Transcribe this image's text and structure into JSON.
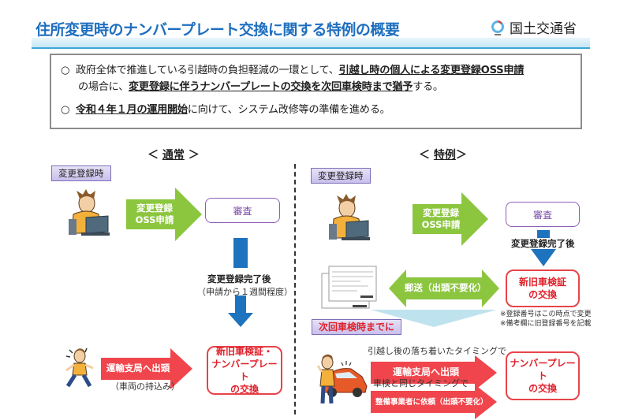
{
  "header": {
    "title": "住所変更時のナンバープレート交換に関する特例の概要",
    "org": "国土交通省"
  },
  "summary": {
    "bullet": "○",
    "line1_pre": "政府全体で推進している引越時の負担軽減の一環として、",
    "line1_bold": "引越し時の個人による変更登録OSS申請",
    "line2_pre": "の場合に、",
    "line2_bold": "変更登録に伴うナンバープレートの交換を次回車検時まで猶予",
    "line2_post": "する。",
    "line3_bold": "令和４年１月の運用開始",
    "line3_post": "に向けて、システム改修等の準備を進める。"
  },
  "normal": {
    "heading_left": "＜ ",
    "heading": "通常",
    "heading_right": " ＞",
    "tag": "変更登録時",
    "arrow_label_1": "変更登録",
    "arrow_label_2": "OSS申請",
    "review_box": "審査",
    "after_label": "変更登録完了後",
    "after_sub": "（申請から１週間程度）",
    "visit_arrow": "運輸支局へ出頭",
    "visit_sub": "（車両の持込み）",
    "result_1": "新旧車検証・",
    "result_2": "ナンバープレート",
    "result_3": "の交換"
  },
  "special": {
    "heading_left": "＜ ",
    "heading": "特例",
    "heading_right": "＞",
    "tag": "変更登録時",
    "arrow_label_1": "変更登録",
    "arrow_label_2": "OSS申請",
    "review_box": "審査",
    "after_label": "変更登録完了後",
    "mail_arrow": "郵送（出頭不要化）",
    "cert_1": "新旧車検証",
    "cert_2": "の交換",
    "note_1": "※登録番号はこの時点で変更",
    "note_2": "※備考欄に旧登録番号を記載",
    "deadline_tag": "次回車検時までに",
    "option1_label": "引越し後の落ち着いたタイミングで",
    "option1_arrow": "運輸支局へ出頭",
    "option2_label": "車検と同じタイミングで",
    "option2_arrow": "整備事業者に依頼（出頭不要化）",
    "plate_1": "ナンバープレート",
    "plate_2": "の交換"
  },
  "colors": {
    "title_blue": "#1f6fbf",
    "green_arrow": "#8cc63f",
    "blue_arrow": "#1e73be",
    "red_arrow": "#f0454c",
    "purple_border": "#8e5db5",
    "red_border": "#e8434a"
  }
}
